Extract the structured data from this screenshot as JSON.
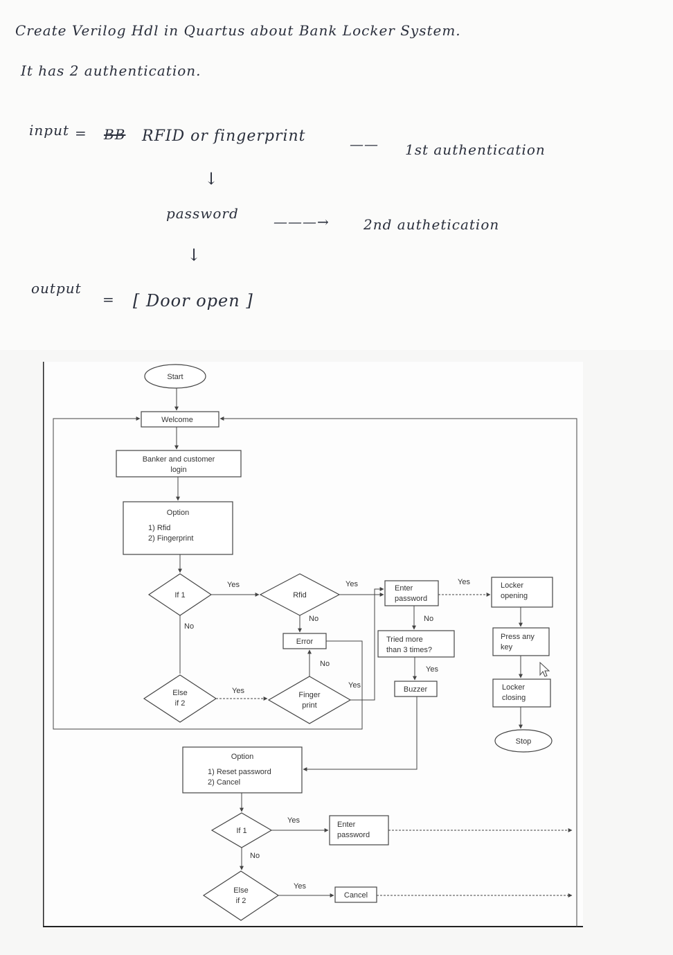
{
  "notes": {
    "line1": "Create   Verilog  Hdl   in   Quartus      about   Bank  Locker  System.",
    "line2": "It has   2   authentication.",
    "input_label": "input",
    "input_eq": "=",
    "input_struck": "BB",
    "input_value": "RFID  or  fingerprint",
    "first_arrow": "——",
    "first_auth": "1st   authentication",
    "down_arrow_1": "↓",
    "password": "password",
    "second_arrow": "———→",
    "second_auth": "2nd   authetication",
    "down_arrow_2": "↓",
    "output_label": "output",
    "output_eq": "=",
    "output_value": "[ Door  open ]"
  },
  "flowchart": {
    "start": "Start",
    "welcome": "Welcome",
    "login_1": "Banker and customer",
    "login_2": "login",
    "option1_title": "Option",
    "option1_item1": "1)   Rfid",
    "option1_item2": "2)   Fingerprint",
    "if1": "If 1",
    "yes_1": "Yes",
    "no_1": "No",
    "rfid": "Rfid",
    "yes_rfid": "Yes",
    "no_rfid": "No",
    "enter_pw_1a": "Enter",
    "enter_pw_1b": "password",
    "yes_pw": "Yes",
    "no_pw": "No",
    "locker_open_1": "Locker",
    "locker_open_2": "opening",
    "error": "Error",
    "tried_1": "Tried more",
    "tried_2": "than 3 times?",
    "press_1": "Press any",
    "press_2": "key",
    "yes_tried": "Yes",
    "no_finger": "No",
    "elseif2_1": "Else",
    "elseif2_2": "if 2",
    "yes_else": "Yes",
    "finger_1": "Finger",
    "finger_2": "print",
    "yes_finger": "Yes",
    "buzzer": "Buzzer",
    "locker_close_1": "Locker",
    "locker_close_2": "closing",
    "stop": "Stop",
    "option2_title": "Option",
    "option2_item1": "1)   Reset password",
    "option2_item2": "2)   Cancel",
    "if1_b": "If 1",
    "yes_if1b": "Yes",
    "enter_pw_2a": "Enter",
    "enter_pw_2b": "password",
    "no_if1b": "No",
    "elseif2b_1": "Else",
    "elseif2b_2": "if 2",
    "yes_else2": "Yes",
    "cancel": "Cancel"
  }
}
